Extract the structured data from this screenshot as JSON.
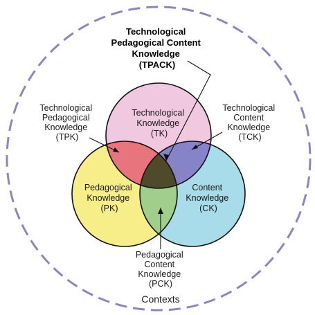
{
  "colors": {
    "contexts_border": "#8a86c2",
    "tk_fill": "#f0c8e0",
    "pk_fill": "#f7ee8a",
    "ck_fill": "#a9dcea",
    "tpk_fill": "#e8757e",
    "tck_fill": "#8783c8",
    "pck_fill": "#9fcf8a",
    "tpack_fill": "#4f4a2a",
    "circle_stroke": "#111111",
    "leader_line": "#111111"
  },
  "contexts": {
    "label": "Contexts"
  },
  "tk": {
    "lines": [
      "Technological",
      "Knowledge",
      "(TK)"
    ]
  },
  "pk": {
    "lines": [
      "Pedagogical",
      "Knowledge",
      "(PK)"
    ]
  },
  "ck": {
    "lines": [
      "Content",
      "Knowledge",
      "(CK)"
    ]
  },
  "tpk": {
    "lines": [
      "Technological",
      "Pedagogical",
      "Knowledge",
      "(TPK)"
    ]
  },
  "tck": {
    "lines": [
      "Technological",
      "Content",
      "Knowledge",
      "(TCK)"
    ]
  },
  "pck": {
    "lines": [
      "Pedagogical",
      "Content",
      "Knowledge",
      "(PCK)"
    ]
  },
  "tpack": {
    "lines": [
      "Technological",
      "Pedagogical Content",
      "Knowledge",
      "(TPACK)"
    ]
  }
}
